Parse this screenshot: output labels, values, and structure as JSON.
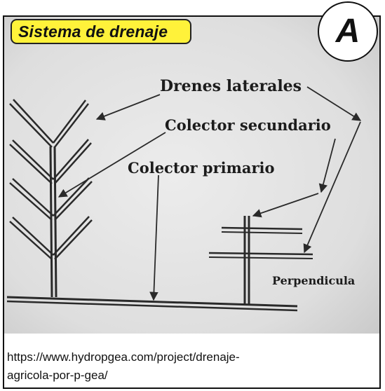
{
  "header": {
    "title": "Sistema de drenaje",
    "panel_letter": "A"
  },
  "figure": {
    "labels": {
      "drenes_laterales": "Drenes laterales",
      "colector_secundario": "Colector secundario",
      "colector_primario": "Colector primario",
      "perpendicular": "Perpendicula"
    }
  },
  "source": {
    "url_line1": "https://www.hydropgea.com/project/drenaje-",
    "url_line2": "agricola-por-p-gea/"
  },
  "colors": {
    "title_background": "#fff23a",
    "paper": "#dcdcdc",
    "ink": "#2a2a2a"
  }
}
